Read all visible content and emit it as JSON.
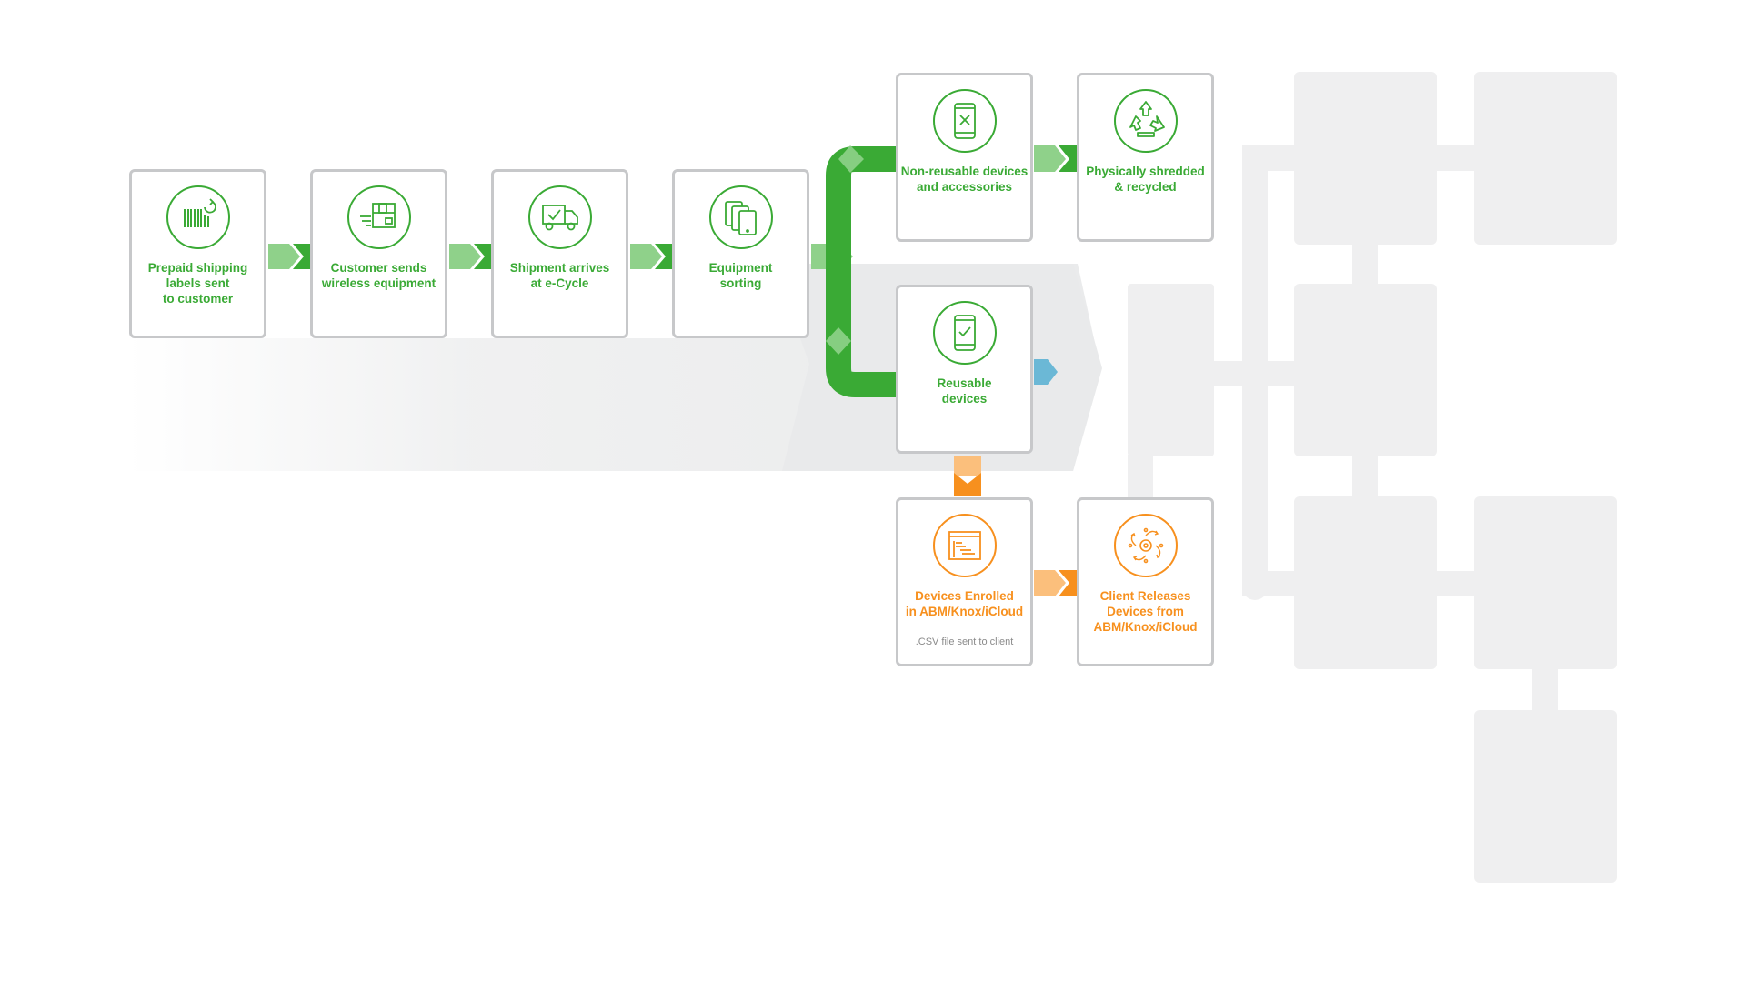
{
  "colors": {
    "green": "#3aaa35",
    "green_light": "#8fd18a",
    "orange": "#f7901e",
    "orange_light": "#fbbf7c",
    "blue": "#6bb8d6",
    "gray_card_border": "#c7c8ca",
    "gray_shape": "#efeff0",
    "gray_band": "#e6e7e8",
    "sub_text": "#8a8a8a"
  },
  "steps": {
    "prepaid": {
      "label": "Prepaid shipping\nlabels sent\nto customer",
      "icon": "barcode-refresh-icon"
    },
    "customer_sends": {
      "label": "Customer sends\nwireless equipment",
      "icon": "shipping-box-icon"
    },
    "shipment_arrives": {
      "label": "Shipment arrives\nat e-Cycle",
      "icon": "delivery-truck-check-icon"
    },
    "sorting": {
      "label": "Equipment\nsorting",
      "icon": "stacked-devices-icon"
    },
    "non_reusable": {
      "label": "Non-reusable devices\nand accessories",
      "icon": "phone-x-icon"
    },
    "shredded": {
      "label": "Physically shredded\n& recycled",
      "icon": "recycle-icon"
    },
    "reusable": {
      "label": "Reusable\ndevices",
      "icon": "phone-check-icon"
    },
    "enrolled": {
      "label": "Devices Enrolled\nin ABM/Knox/iCloud",
      "sub": ".CSV file sent to client",
      "icon": "spreadsheet-icon"
    },
    "client_releases": {
      "label": "Client Releases\nDevices from\nABM/Knox/iCloud",
      "icon": "gear-network-icon"
    }
  }
}
